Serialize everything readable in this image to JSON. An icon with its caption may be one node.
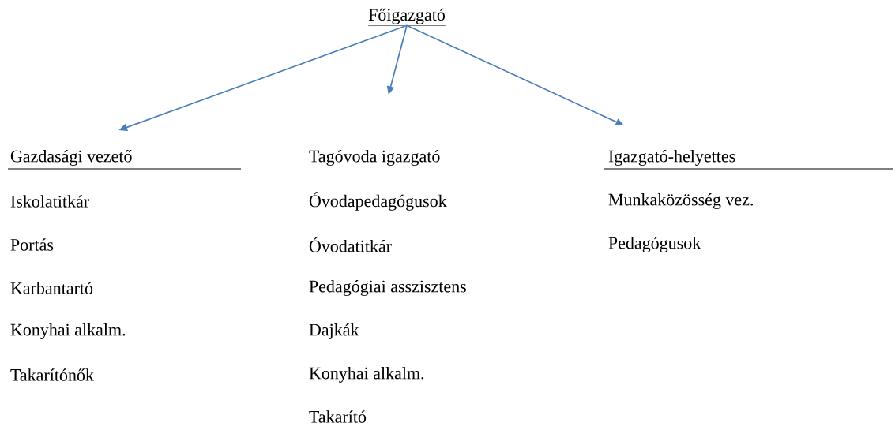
{
  "diagram": {
    "nodes": [
      {
        "text": [
          "Főigazgató"
        ]
      },
      {
        "text": [
          "Gazdasági vezető"
        ]
      },
      {
        "text": [
          "Tagóvoda igazgató"
        ]
      },
      {
        "text": [
          "Igazgató-helyettes"
        ]
      }
    ],
    "edges": [
      {
        "from": 0,
        "to": 1,
        "arrow": "to"
      },
      {
        "from": 0,
        "to": 2,
        "arrow": "to"
      },
      {
        "from": 0,
        "to": 3,
        "arrow": "to"
      }
    ],
    "labels": [
      "Iskolatitkár",
      "Portás",
      "Karbantartó",
      "Konyhai alkalm.",
      "Takarítónők",
      "Óvodapedagógusok",
      "Óvodatitkár",
      "Pedagógiai asszisztens",
      "Dajkák",
      "Konyhai alkalm.",
      "Takarító",
      "Munkaközösség vez.",
      "Pedagógusok"
    ]
  }
}
